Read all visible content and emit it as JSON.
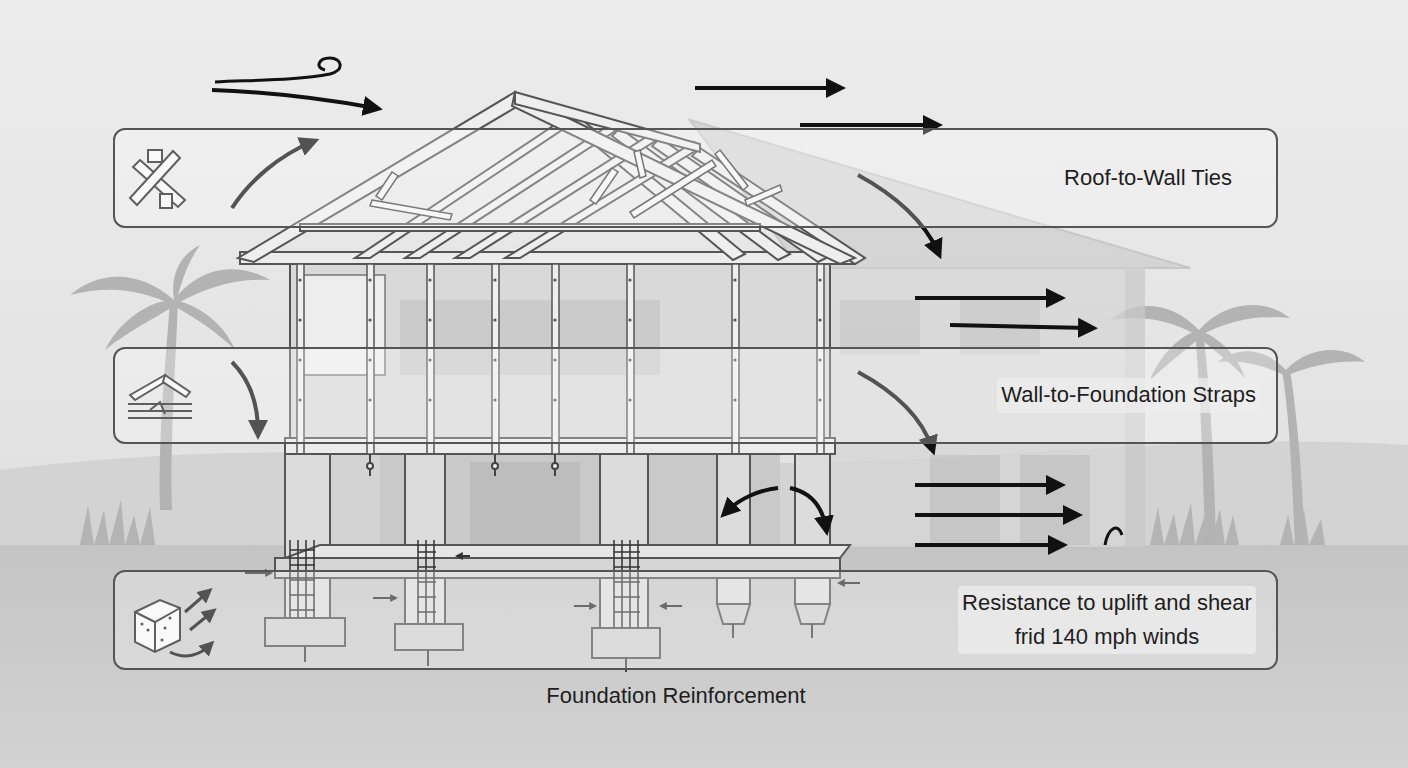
{
  "diagram": {
    "caption": "Foundation Reinforcement",
    "nodes": [
      {
        "text": [
          "Roof-to-Wall Ties"
        ]
      },
      {
        "text": [
          "Wall-to-Foundation Straps"
        ]
      },
      {
        "text": [
          "Resistance to uplift and shear frid 140 mph winds"
        ]
      }
    ]
  }
}
